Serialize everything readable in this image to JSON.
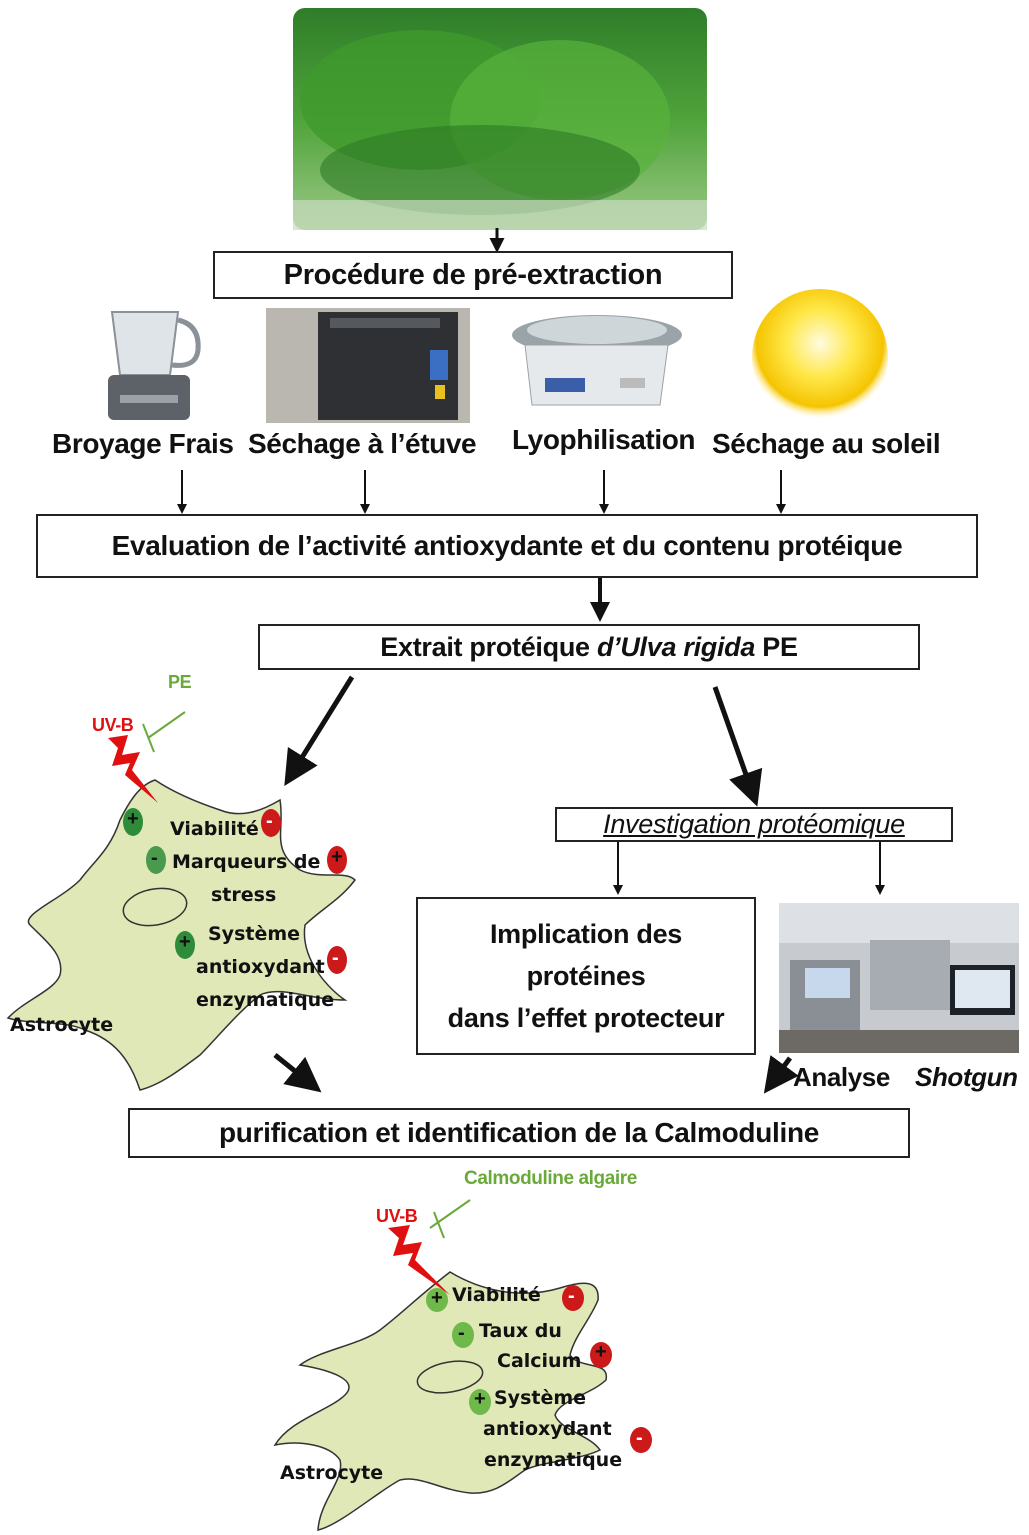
{
  "steps": {
    "preextraction": "Procédure de pré-extraction",
    "evaluation": "Evaluation de l’activité antioxydante et du contenu protéique",
    "extract_prefix": "Extrait protéique ",
    "extract_species": "d’Ulva rigida",
    "extract_suffix": " PE",
    "proteomic": "Investigation protéomique",
    "implication": [
      "Implication des",
      "protéines",
      "dans l’effet protecteur"
    ],
    "analyse": "Analyse",
    "shotgun": "Shotgun",
    "purification": "purification et identification de la Calmoduline"
  },
  "methods": [
    "Broyage Frais",
    "Séchage à l’étuve",
    "Lyophilisation",
    "Séchage au soleil"
  ],
  "cell1": {
    "uv": "UV-B",
    "inhibitor": "PE",
    "viabilite": "Viabilité",
    "marqueurs": [
      "Marqueurs de",
      "stress"
    ],
    "systeme": [
      "Système",
      "antioxydant",
      "enzymatique"
    ],
    "name": "Astrocyte"
  },
  "cell2": {
    "uv": "UV-B",
    "inhibitor": "Calmoduline algaire",
    "viabilite": "Viabilité",
    "taux": [
      "Taux du",
      "Calcium"
    ],
    "systeme": [
      "Système",
      "antioxydant",
      "enzymatique"
    ],
    "name": "Astrocyte"
  },
  "signs": {
    "plus": "+",
    "minus": "-"
  },
  "colors": {
    "cell": "#e0e8b8",
    "plus_badge": "#2e8b3a",
    "minus_badge": "#cc1a1a",
    "uv": "#e01010",
    "inhibitor": "#6aaa3a"
  }
}
